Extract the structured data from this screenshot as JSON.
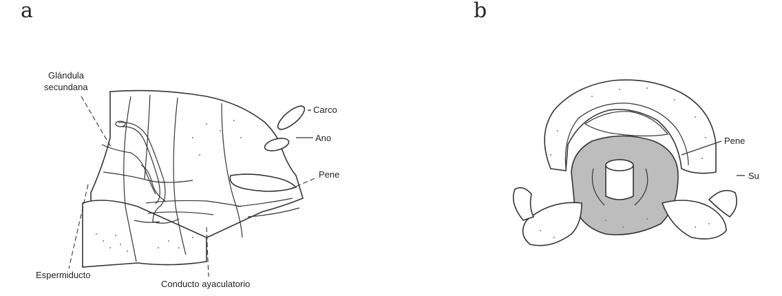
{
  "panels": [
    {
      "letter": "a"
    },
    {
      "letter": "b"
    }
  ],
  "labels_a": {
    "gland_line1": "Glándula",
    "gland_line2": "secundana",
    "carco": "Carco",
    "ano": "Ano",
    "pene": "Pene",
    "espermiducto": "Espermiducto",
    "conducto": "Conducto ayaculatorio"
  },
  "labels_b": {
    "pene": "Pene",
    "su": "Su"
  }
}
